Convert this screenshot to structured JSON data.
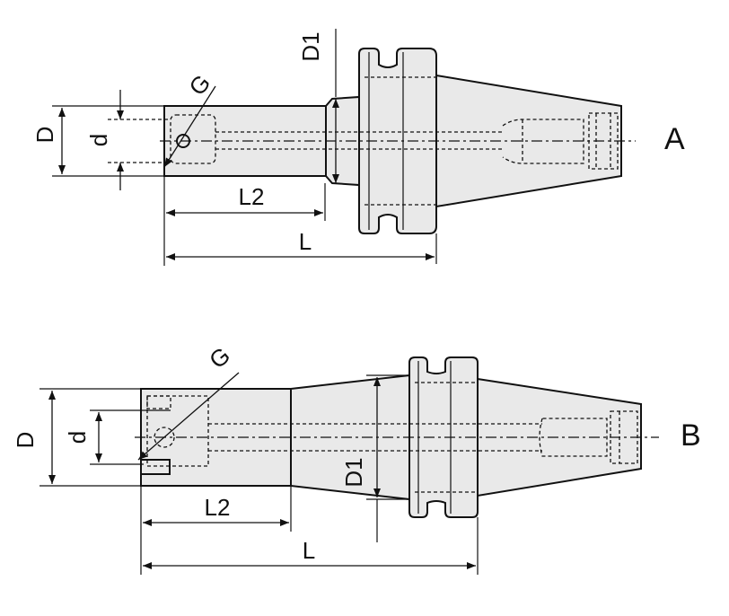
{
  "views": [
    {
      "id": "A",
      "labels": {
        "view": "A",
        "D": "D",
        "d": "d",
        "D1": "D1",
        "G": "G",
        "L": "L",
        "L2": "L2"
      }
    },
    {
      "id": "B",
      "labels": {
        "view": "B",
        "D": "D",
        "d": "d",
        "D1": "D1",
        "G": "G",
        "L": "L",
        "L2": "L2"
      }
    }
  ]
}
